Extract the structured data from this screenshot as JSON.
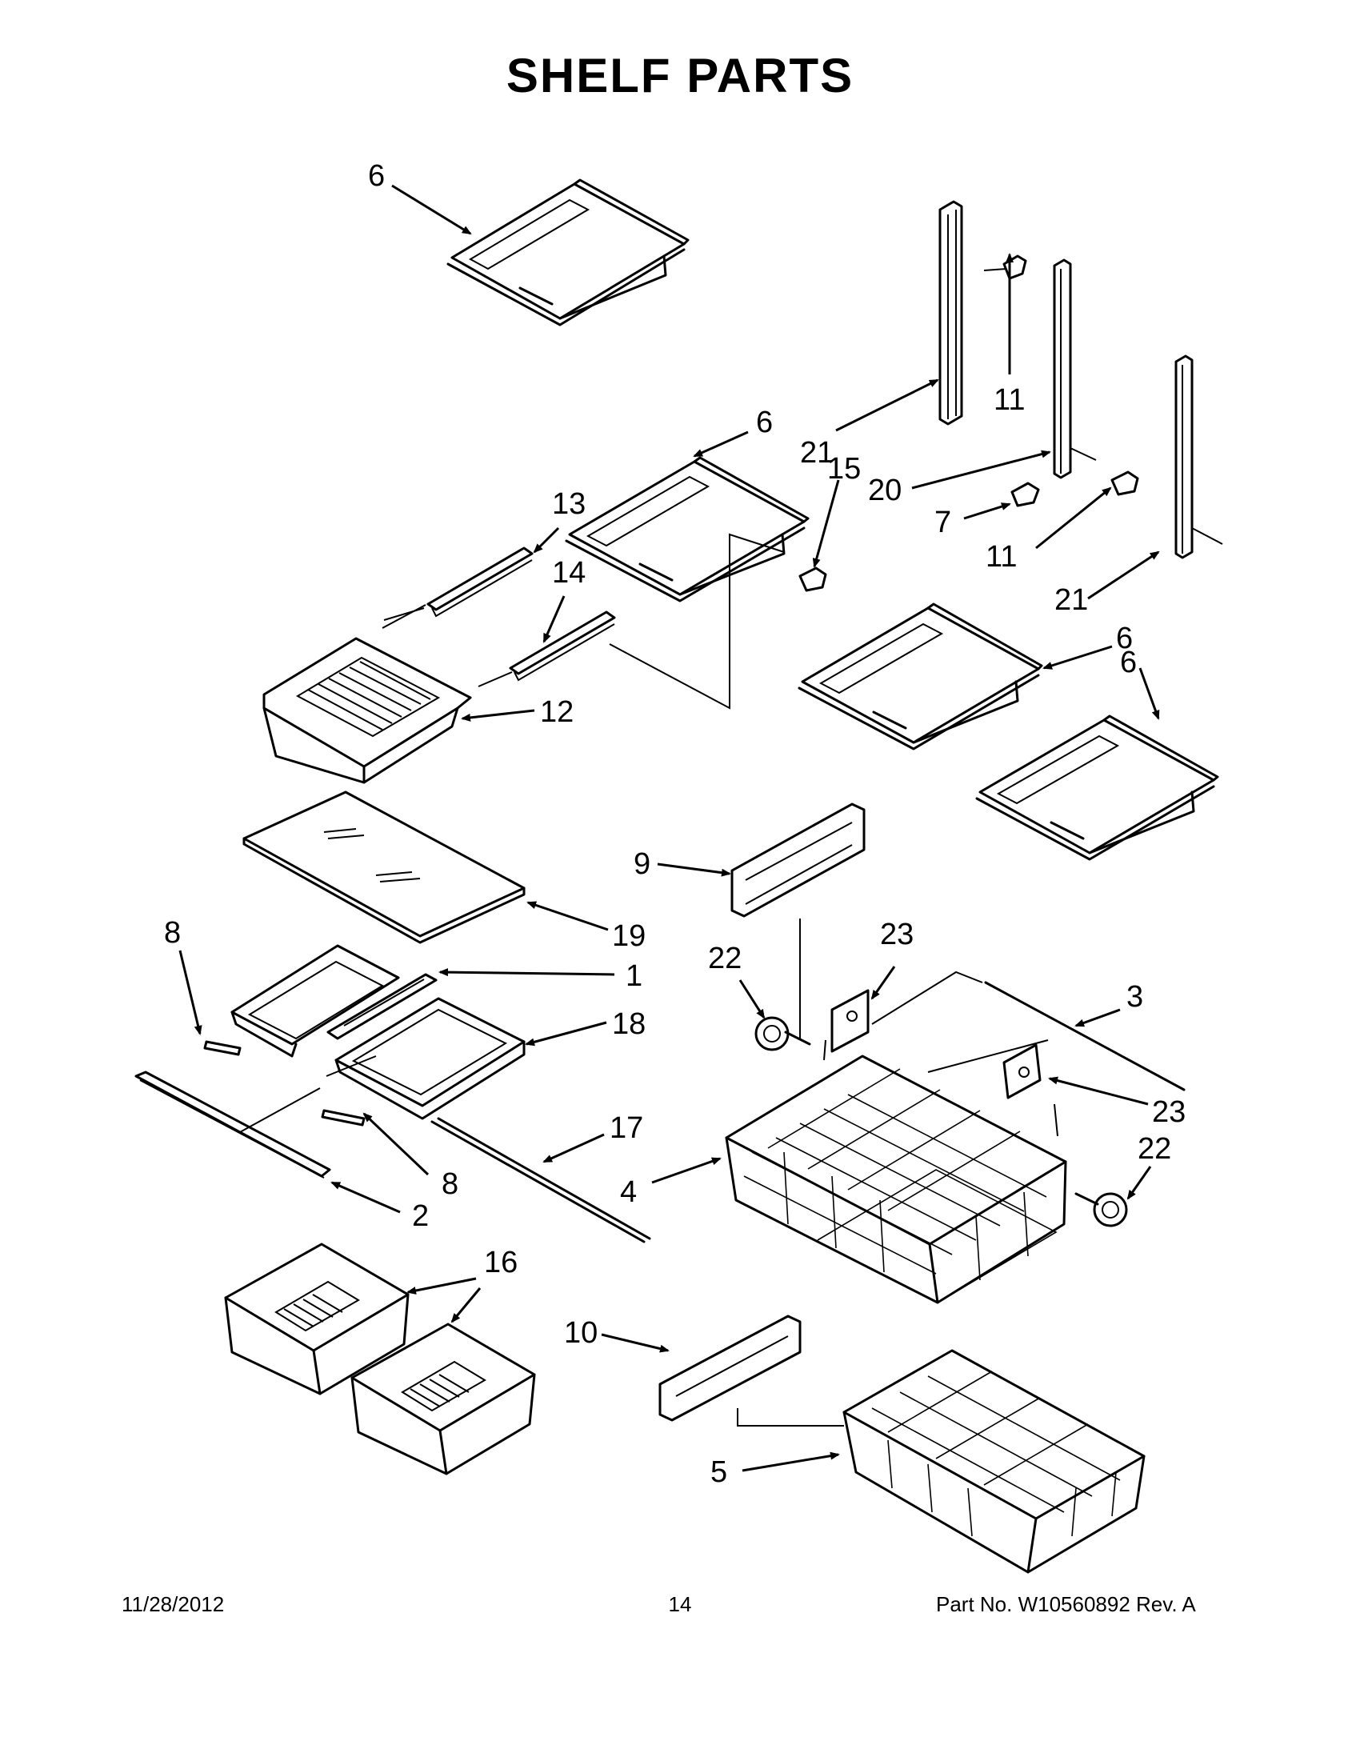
{
  "title": "SHELF PARTS",
  "callouts": [
    {
      "id": "c6a",
      "label": "6"
    },
    {
      "id": "c6b",
      "label": "6"
    },
    {
      "id": "c6c",
      "label": "6"
    },
    {
      "id": "c6d",
      "label": "6"
    },
    {
      "id": "c21a",
      "label": "21"
    },
    {
      "id": "c21b",
      "label": "21"
    },
    {
      "id": "c11a",
      "label": "11"
    },
    {
      "id": "c11b",
      "label": "11"
    },
    {
      "id": "c15",
      "label": "15"
    },
    {
      "id": "c20",
      "label": "20"
    },
    {
      "id": "c7",
      "label": "7"
    },
    {
      "id": "c13",
      "label": "13"
    },
    {
      "id": "c14",
      "label": "14"
    },
    {
      "id": "c12",
      "label": "12"
    },
    {
      "id": "c19",
      "label": "19"
    },
    {
      "id": "c9",
      "label": "9"
    },
    {
      "id": "c8a",
      "label": "8"
    },
    {
      "id": "c8b",
      "label": "8"
    },
    {
      "id": "c1",
      "label": "1"
    },
    {
      "id": "c18",
      "label": "18"
    },
    {
      "id": "c22a",
      "label": "22"
    },
    {
      "id": "c22b",
      "label": "22"
    },
    {
      "id": "c23a",
      "label": "23"
    },
    {
      "id": "c23b",
      "label": "23"
    },
    {
      "id": "c3",
      "label": "3"
    },
    {
      "id": "c17",
      "label": "17"
    },
    {
      "id": "c4",
      "label": "4"
    },
    {
      "id": "c2",
      "label": "2"
    },
    {
      "id": "c16",
      "label": "16"
    },
    {
      "id": "c10",
      "label": "10"
    },
    {
      "id": "c5",
      "label": "5"
    }
  ],
  "footer": {
    "date": "11/28/2012",
    "page": "14",
    "part_no": "Part No.  W10560892  Rev.  A"
  }
}
